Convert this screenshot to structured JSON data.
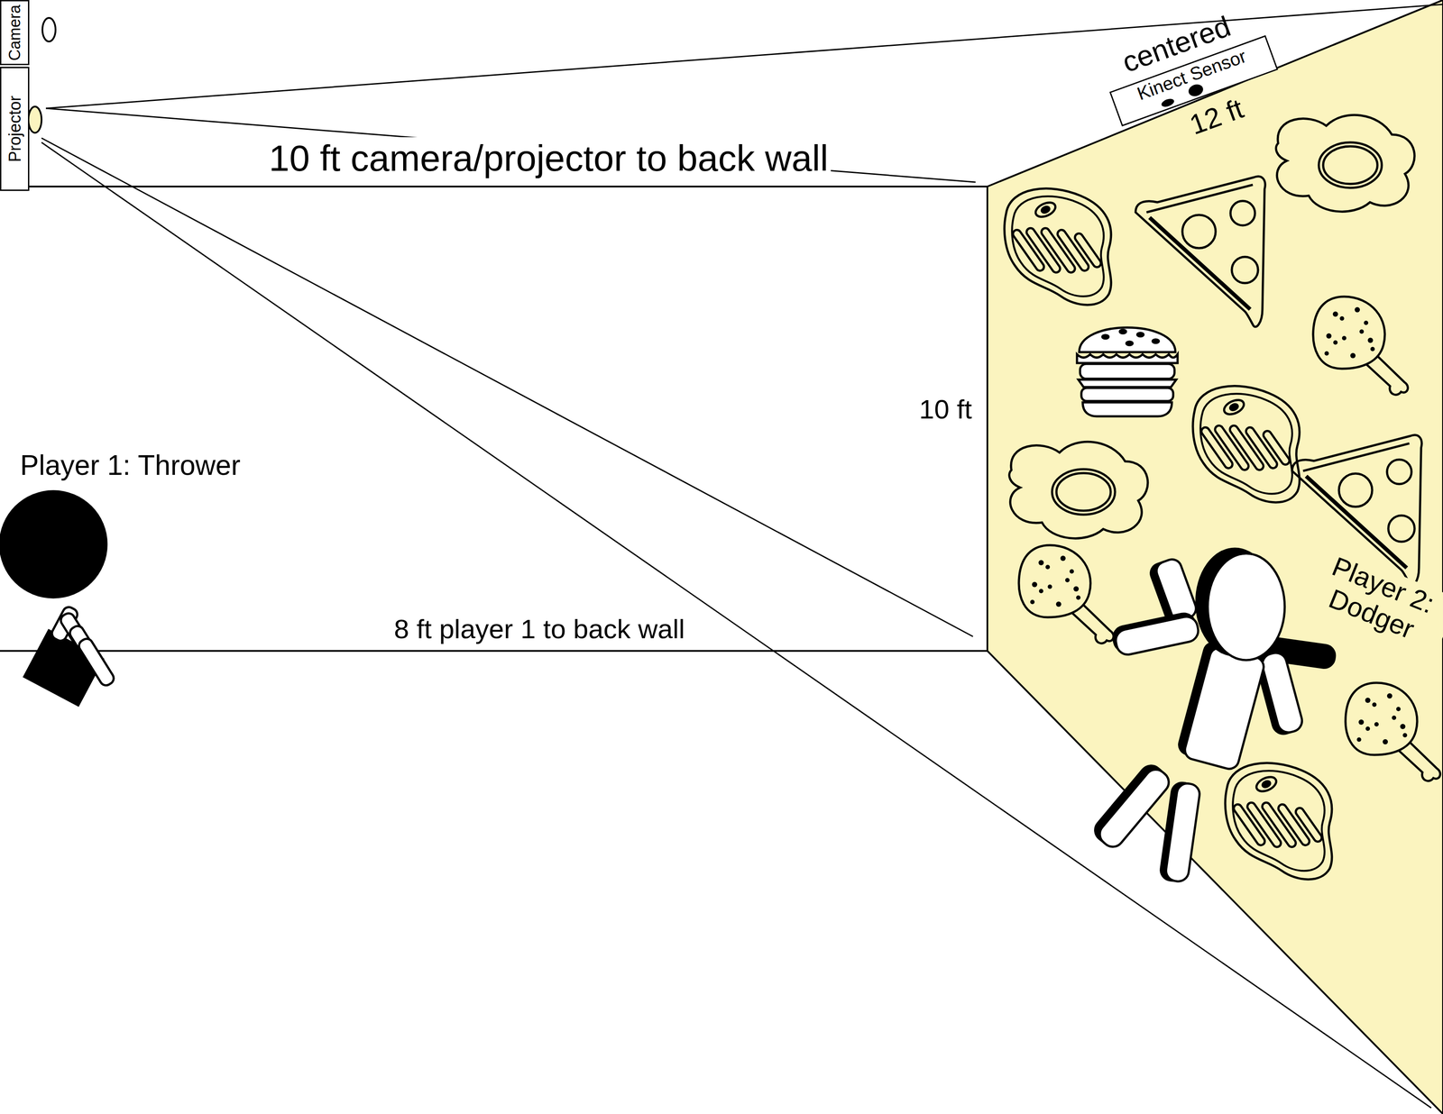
{
  "diagram": {
    "nodes": [
      {
        "text": [
          "Camera"
        ]
      },
      {
        "text": [
          "Projector"
        ]
      },
      {
        "text": [
          "Kinect Sensor"
        ]
      }
    ],
    "labels": [
      "10 ft camera/projector to back wall",
      "centered",
      "12 ft",
      "10 ft",
      "Player 1: Thrower",
      "8 ft player 1 to back wall",
      "Player 2: Dodger"
    ]
  }
}
